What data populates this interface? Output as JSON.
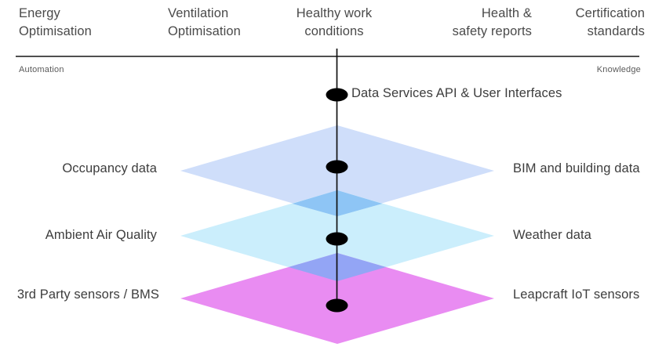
{
  "header": {
    "items": [
      {
        "label": "Energy\nOptimisation"
      },
      {
        "label": "Ventilation\nOptimisation"
      },
      {
        "label": "Healthy work\nconditions"
      },
      {
        "label": "Health &\nsafety reports"
      },
      {
        "label": "Certification\nstandards"
      }
    ]
  },
  "axis": {
    "left_label": "Automation",
    "right_label": "Knowledge"
  },
  "nodes": [
    {
      "label": "Data Services API & User Interfaces"
    }
  ],
  "layers": [
    {
      "name": "occupancy-bim-layer",
      "left_label": "Occupancy data",
      "right_label": "BIM and building data",
      "color": "#cfdefa"
    },
    {
      "name": "air-weather-layer",
      "left_label": "Ambient Air Quality",
      "right_label": "Weather data",
      "color": "#cbeefc"
    },
    {
      "name": "sensors-layer",
      "left_label": "3rd Party sensors / BMS",
      "right_label": "Leapcraft IoT sensors",
      "color": "#e98cf2"
    }
  ],
  "colors": {
    "overlap_upper": "#8ec5f5",
    "overlap_lower": "#93a5f5",
    "axis_line": "#111111",
    "node_fill": "#000000",
    "divider": "#4f4f4f",
    "text": "#3d3d3d",
    "background": "#ffffff"
  }
}
